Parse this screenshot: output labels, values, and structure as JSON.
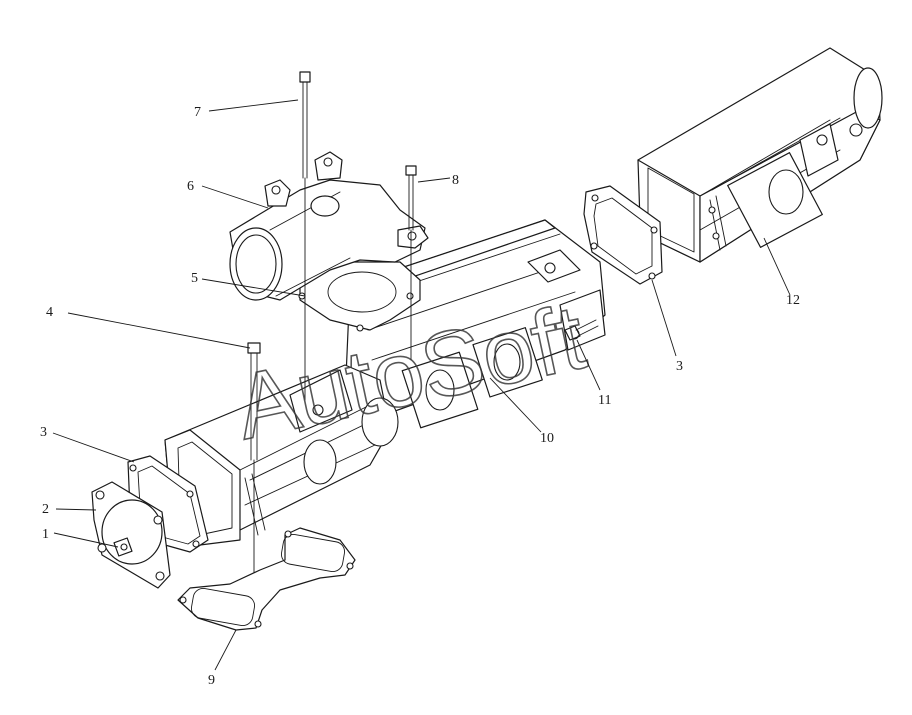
{
  "callouts": {
    "c1": "1",
    "c2": "2",
    "c3a": "3",
    "c3b": "3",
    "c4": "4",
    "c5": "5",
    "c6": "6",
    "c7": "7",
    "c8": "8",
    "c9": "9",
    "c10": "10",
    "c11": "11",
    "c12": "12"
  },
  "watermark": "AutoSoft"
}
